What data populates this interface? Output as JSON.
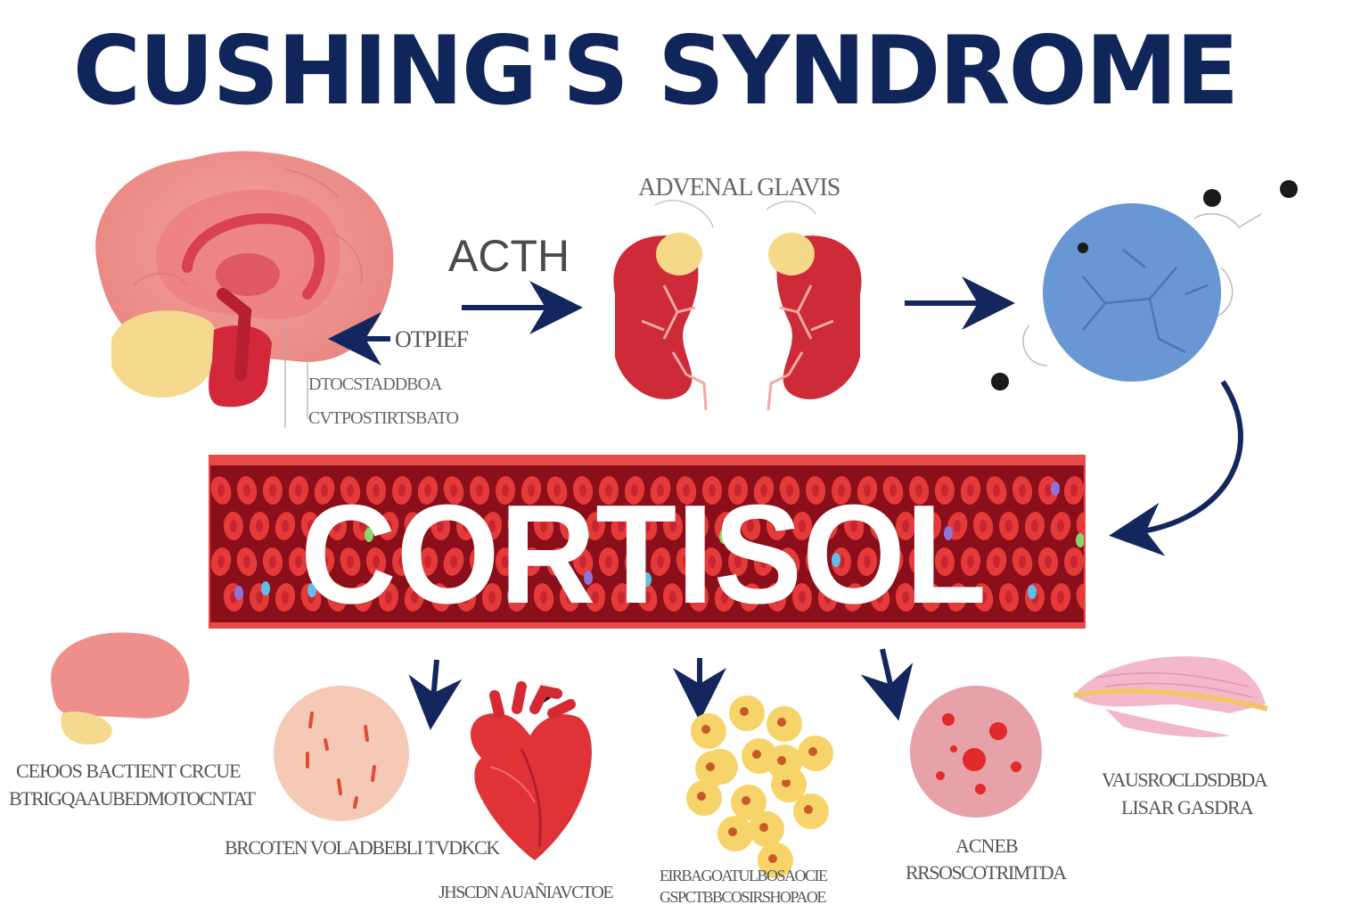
{
  "title": "CUSHING'S SYNDROME",
  "labels": {
    "acth": "ACTH",
    "adrenal_glands": "ADVENAL GLAVIS",
    "pituitary_pointer": "OTPIEF",
    "pituitary_caption_1": "DTOCSTADDBOA",
    "pituitary_caption_2": "CVTPOSTIRTSBATO"
  },
  "cortisol": "CORTISOL",
  "effects": {
    "brain_1": "CЕЮOS BACTIENT CRCUE",
    "brain_2": "BTRIGQAAUBEDMOTOCNTAT",
    "skin": "BRCOTEN VOLADBEBLI TVDKCK",
    "heart": "JHSCDN AUAÑIAVCTOE",
    "fat_1": "EIRBAGOATULBOSAOCIE",
    "fat_2": "GSPCTBBCOSIRSHOPAOE",
    "acne_1": "ACNEB",
    "acne_2": "RRSOSCOTRIMTDA",
    "muscle_1": "VAUSROCLDSDBDA",
    "muscle_2": "LISAR GASDRA"
  },
  "colors": {
    "title": "#10265a",
    "arrow": "#13275e",
    "vessel": "#8b0f1a",
    "vessel_edge": "#e84a4a",
    "rbc": "#e53a3a",
    "brain": "#ef8f8c",
    "kidney": "#cf2c38",
    "adrenal_cap": "#f6d889",
    "target_cell": "#6897d3",
    "fat_cell": "#f7d46a",
    "skin": "#f5c9b4",
    "acne": "#e7a1a9"
  }
}
